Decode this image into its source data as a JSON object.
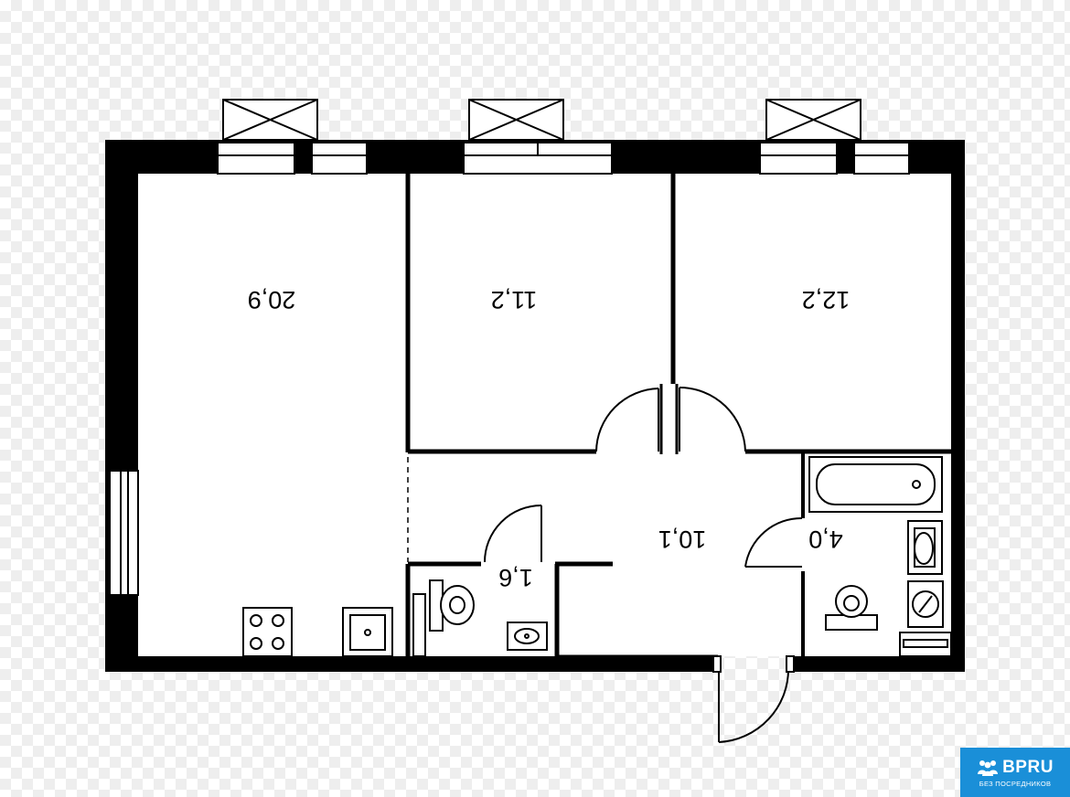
{
  "floor_plan": {
    "rooms": [
      {
        "id": "living-room",
        "area_label": "20,9"
      },
      {
        "id": "bedroom-middle",
        "area_label": "11,2"
      },
      {
        "id": "bedroom-right",
        "area_label": "12,2"
      },
      {
        "id": "hallway",
        "area_label": "10,1"
      },
      {
        "id": "toilet",
        "area_label": "1,6"
      },
      {
        "id": "bathroom",
        "area_label": "4,0"
      }
    ],
    "label_orientation": "rotated-180",
    "colors": {
      "wall": "#000000",
      "floor": "#ffffff",
      "line": "#000000"
    }
  },
  "badge": {
    "brand": "BPRU",
    "tagline": "БЕЗ ПОСРЕДНИКОВ",
    "icon": "people-group-icon",
    "color": "#1a8fd8"
  }
}
